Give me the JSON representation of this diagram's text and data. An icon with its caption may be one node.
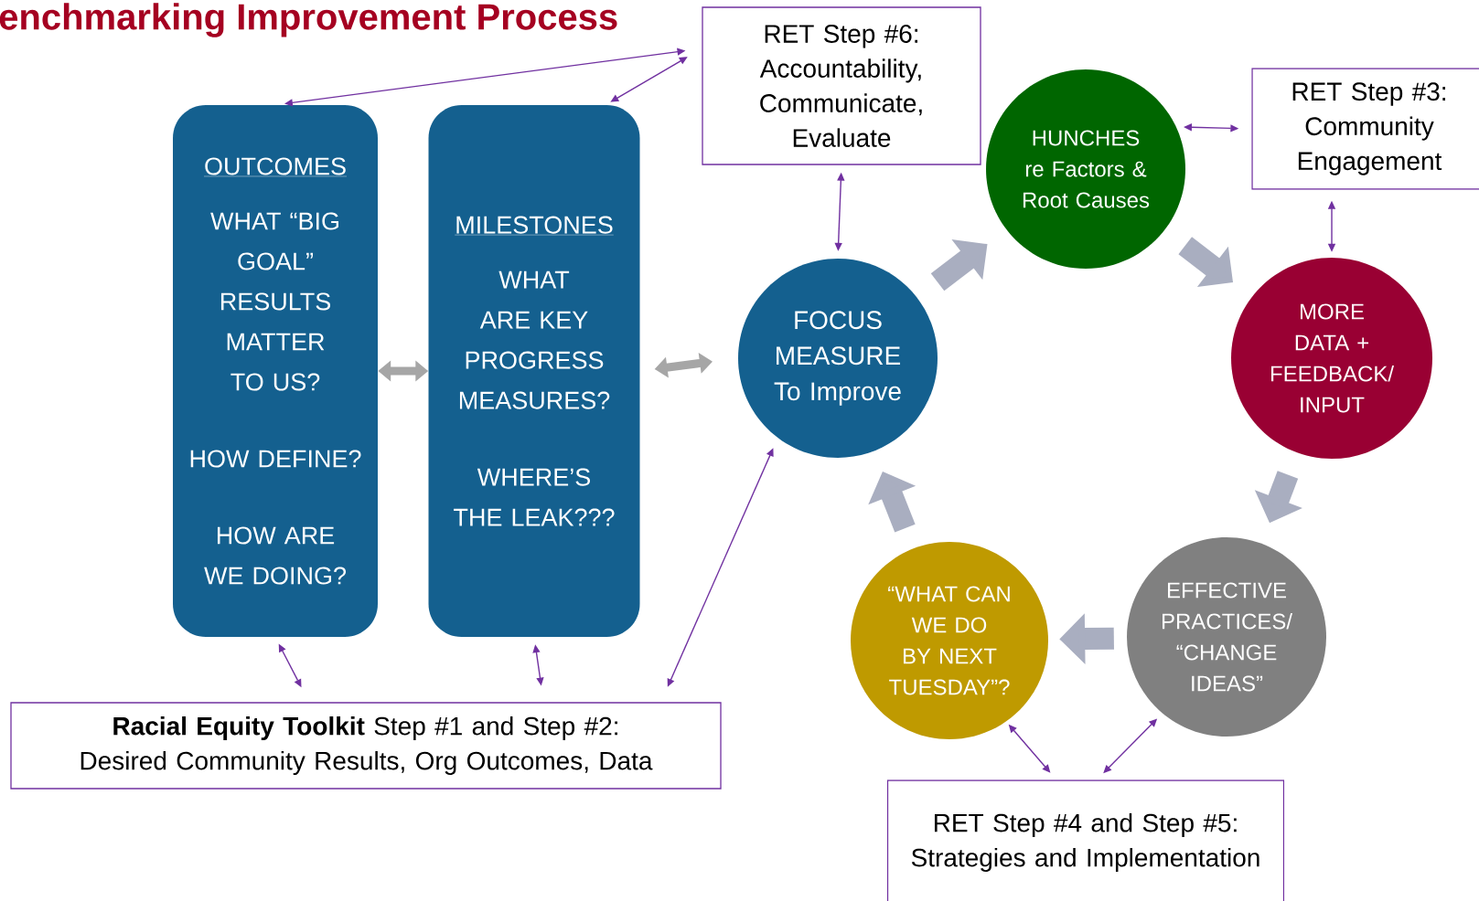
{
  "diagram": {
    "title": "enchmarking Improvement Process",
    "nodes": [
      {
        "text": [
          "OUTCOMES",
          "WHAT “BIG GOAL” RESULTS MATTER TO US?",
          "HOW DEFINE?",
          "HOW ARE WE DOING?"
        ]
      },
      {
        "text": [
          "MILESTONES",
          "WHAT ARE KEY PROGRESS MEASURES?",
          "WHERE’S THE LEAK???"
        ]
      },
      {
        "text": [
          "RET Step #6: Accountability, Communicate, Evaluate"
        ]
      },
      {
        "text": [
          "FOCUS MEASURE To Improve"
        ]
      },
      {
        "text": [
          "HUNCHES re Factors & Root Causes"
        ]
      },
      {
        "text": [
          "RET Step #3: Community Engagement"
        ]
      },
      {
        "text": [
          "MORE DATA + FEEDBACK/ INPUT"
        ]
      },
      {
        "text": [
          "EFFECTIVE PRACTICES/ “CHANGE IDEAS”"
        ]
      },
      {
        "text": [
          "“WHAT CAN WE DO BY NEXT TUESDAY”?"
        ]
      },
      {
        "text": [
          "RET Step #4 and Step #5: Strategies and Implementation"
        ]
      },
      {
        "text": [
          "**Racial Equity Toolkit** Step #1 and Step #2: Desired Community Results, Org Outcomes, Data"
        ]
      }
    ],
    "edges": [
      {
        "from": 0,
        "to": 1,
        "arrow": "both",
        "style": "thick",
        "color": "#a6a6a6"
      },
      {
        "from": 1,
        "to": 3,
        "arrow": "both",
        "style": "thick",
        "color": "#a6a6a6"
      },
      {
        "from": 3,
        "to": 4,
        "arrow": "to",
        "style": "thick",
        "color": "#a9aec0"
      },
      {
        "from": 4,
        "to": 6,
        "arrow": "to",
        "style": "thick",
        "color": "#a9aec0"
      },
      {
        "from": 6,
        "to": 7,
        "arrow": "to",
        "style": "thick",
        "color": "#a9aec0"
      },
      {
        "from": 7,
        "to": 8,
        "arrow": "to",
        "style": "thick",
        "color": "#a9aec0"
      },
      {
        "from": 8,
        "to": 3,
        "arrow": "to",
        "style": "thick",
        "color": "#a9aec0"
      },
      {
        "from": 2,
        "to": 0,
        "arrow": "both"
      },
      {
        "from": 2,
        "to": 1,
        "arrow": "both"
      },
      {
        "from": 2,
        "to": 3,
        "arrow": "both"
      },
      {
        "from": 4,
        "to": 5,
        "arrow": "both"
      },
      {
        "from": 5,
        "to": 6,
        "arrow": "both"
      },
      {
        "from": 8,
        "to": 9,
        "arrow": "both"
      },
      {
        "from": 7,
        "to": 9,
        "arrow": "both"
      },
      {
        "from": 0,
        "to": 10,
        "arrow": "both"
      },
      {
        "from": 1,
        "to": 10,
        "arrow": "both"
      },
      {
        "from": 3,
        "to": 10,
        "arrow": "both"
      }
    ]
  }
}
